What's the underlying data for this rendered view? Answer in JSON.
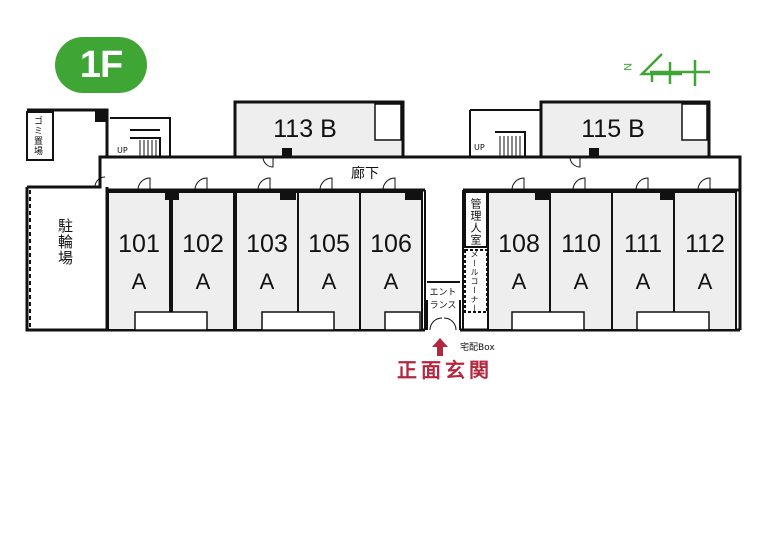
{
  "floor_label": "1F",
  "compass": {
    "north_label": "N",
    "color": "#3fa535"
  },
  "corridor_label": "廊下",
  "rooms": {
    "garbage": "ゴミ置場",
    "bicycle": "駐輪場",
    "management": "管理人室",
    "mail_corner": "メールコーナー",
    "entrance_hall_line1": "エント",
    "entrance_hall_line2": "ランス",
    "delivery_box": "宅配Box",
    "up_left": "UP",
    "up_right": "UP"
  },
  "units": [
    {
      "number": "113",
      "type": "B"
    },
    {
      "number": "115",
      "type": "B"
    },
    {
      "number": "101",
      "type": "A"
    },
    {
      "number": "102",
      "type": "A"
    },
    {
      "number": "103",
      "type": "A"
    },
    {
      "number": "105",
      "type": "A"
    },
    {
      "number": "106",
      "type": "A"
    },
    {
      "number": "108",
      "type": "A"
    },
    {
      "number": "110",
      "type": "A"
    },
    {
      "number": "111",
      "type": "A"
    },
    {
      "number": "112",
      "type": "A"
    }
  ],
  "main_entrance": "正面玄関",
  "colors": {
    "room_fill": "#eeeeee",
    "wall": "#111111",
    "accent_green": "#3fa535",
    "entrance_red": "#b3283e"
  }
}
